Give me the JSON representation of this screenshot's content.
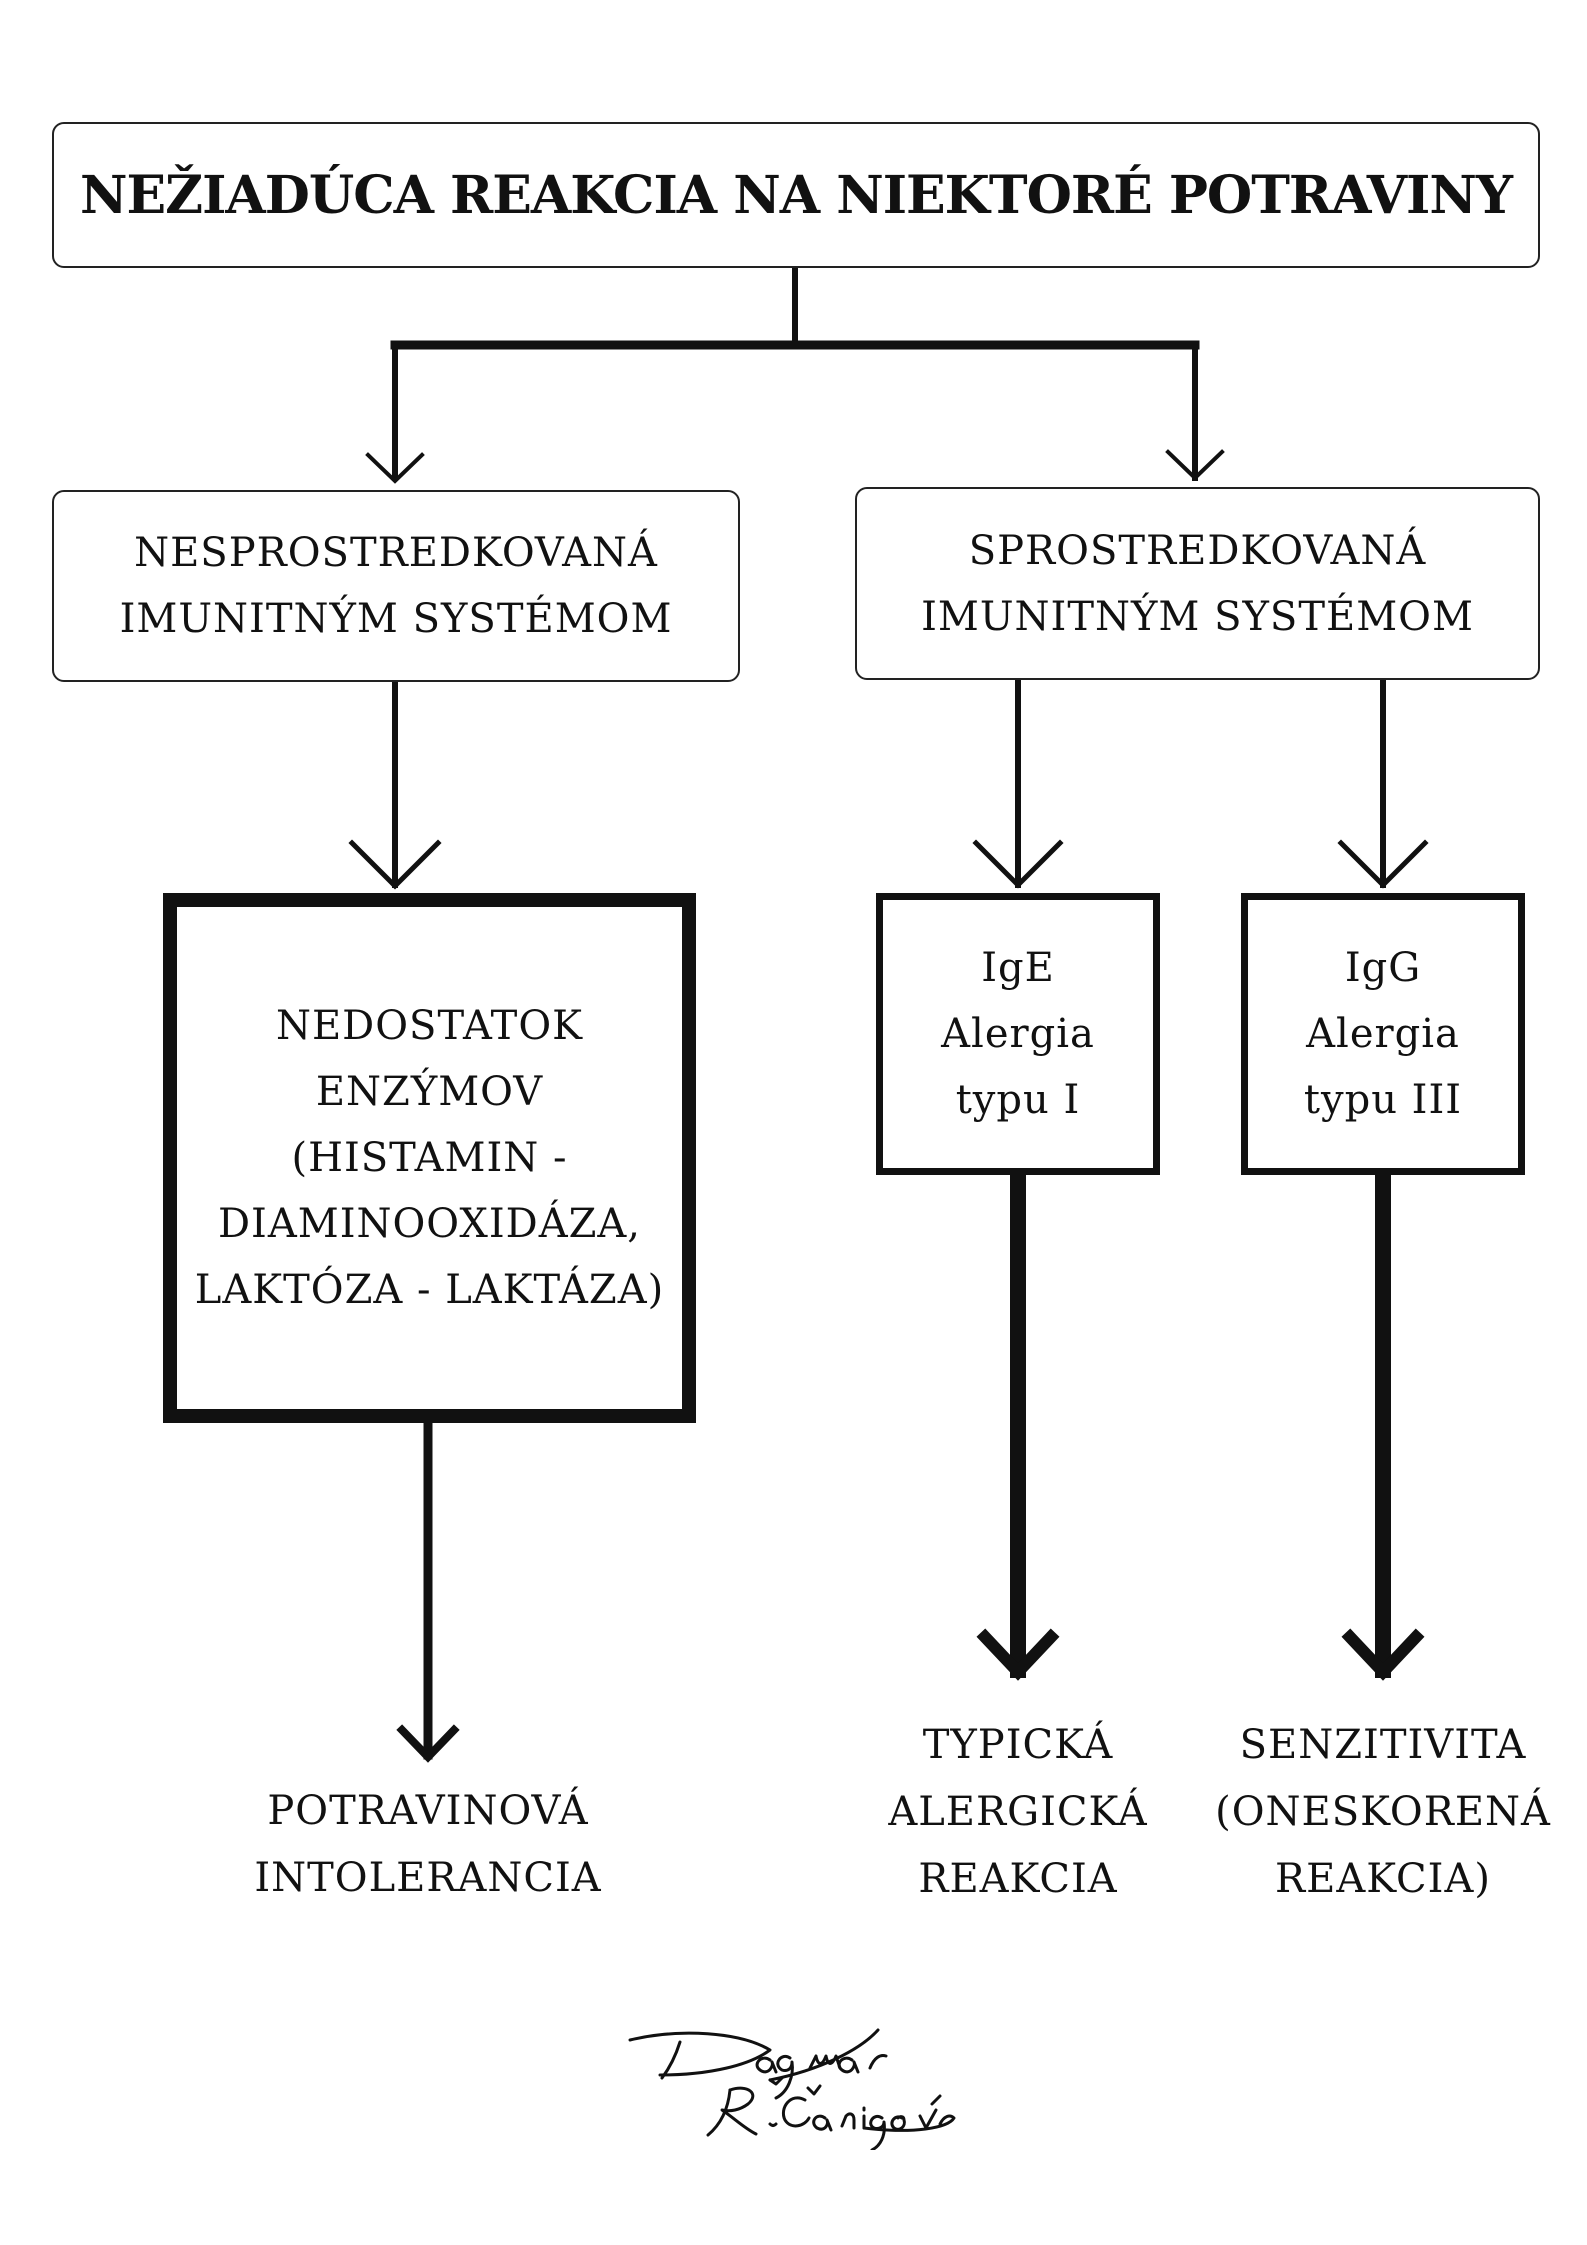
{
  "title": "NEŽIADÚCA REAKCIA NA NIEKTORÉ POTRAVINY",
  "branches": {
    "non_immune": {
      "lines": [
        "NESPROSTREDKOVANÁ",
        "IMUNITNÝM SYSTÉMOM"
      ]
    },
    "immune": {
      "lines": [
        "SPROSTREDKOVANÁ",
        "IMUNITNÝM SYSTÉMOM"
      ]
    }
  },
  "mechanisms": {
    "enzyme_deficiency": {
      "lines": [
        "NEDOSTATOK",
        "ENZÝMOV",
        "(HISTAMIN -",
        "DIAMINOOXIDÁZA,",
        "LAKTÓZA - LAKTÁZA)"
      ]
    },
    "ige": {
      "lines": [
        "IgE",
        "Alergia",
        "typu I"
      ]
    },
    "igg": {
      "lines": [
        "IgG",
        "Alergia",
        "typu III"
      ]
    }
  },
  "outcomes": {
    "intolerance": {
      "lines": [
        "POTRAVINOVÁ",
        "INTOLERANCIA"
      ]
    },
    "allergic": {
      "lines": [
        "TYPICKÁ",
        "ALERGICKÁ",
        "REAKCIA"
      ]
    },
    "sensitivity": {
      "lines": [
        "SENZITIVITA",
        "(ONESKORENÁ",
        "REAKCIA)"
      ]
    }
  },
  "signature": {
    "text": "Dagmar R. Čanigová"
  }
}
